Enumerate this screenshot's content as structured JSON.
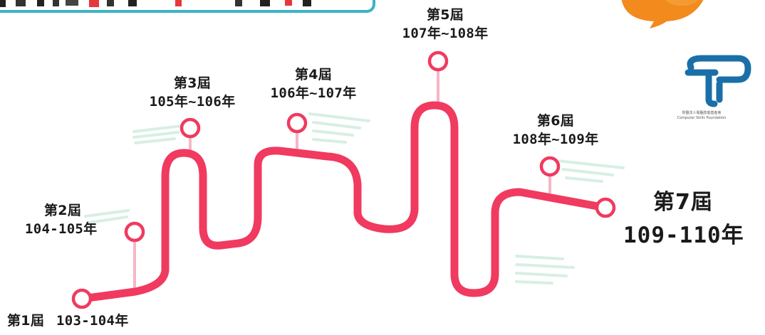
{
  "timeline": {
    "accent_color": "#f03a5f",
    "stem_color": "#f6b6c6",
    "stripe_color": "#d8efe3",
    "editions": [
      {
        "title": "第1屆",
        "range": "103-104年"
      },
      {
        "title": "第2屆",
        "range": "104-105年"
      },
      {
        "title": "第3屆",
        "range": "105年~106年"
      },
      {
        "title": "第4屆",
        "range": "106年~107年"
      },
      {
        "title": "第5屆",
        "range": "107年~108年"
      },
      {
        "title": "第6屆",
        "range": "108年~109年"
      },
      {
        "title": "第7屆",
        "range": "109-110年"
      }
    ]
  },
  "logo": {
    "name": "computer-skills-foundation-logo",
    "caption_cn": "財團法人電腦技能基金會",
    "caption_en": "Computer Skills Foundation",
    "color": "#1a6fa8"
  },
  "decor": {
    "chat_bubble_color": "#f28a1d",
    "banner_border_color": "#3bb3c3"
  }
}
